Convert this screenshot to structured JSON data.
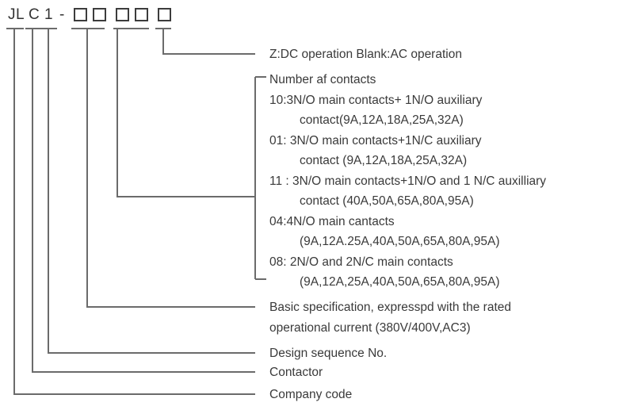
{
  "diagram": {
    "title": "JLC1 contactor model code designation",
    "line_color": "#6b6b6b",
    "text_color": "#3a3a3a",
    "box_color": "#3c3c3c"
  },
  "code": {
    "prefix_jl": "JL",
    "prefix_c": "C",
    "prefix_1": "1",
    "dash": "-",
    "box_count": 5
  },
  "callouts": {
    "dc_ac": "Z:DC operation Blank:AC operation",
    "contacts_heading": "Number af contacts",
    "contacts_entries": [
      {
        "main": "10:3N/O main contacts+ 1N/O auxiliary",
        "cont": "contact(9A,12A,18A,25A,32A)"
      },
      {
        "main": "01: 3N/O main contacts+1N/C auxiliary",
        "cont": "contact (9A,12A,18A,25A,32A)"
      },
      {
        "main": "11 : 3N/O main contacts+1N/O and 1 N/C auxilliary",
        "cont": "contact (40A,50A,65A,80A,95A)"
      },
      {
        "main": "04:4N/O main cantacts",
        "cont": "(9A,12A.25A,40A,50A,65A,80A,95A)"
      },
      {
        "main": "08: 2N/O and 2N/C main contacts",
        "cont": "(9A,12A,25A,40A,50A,65A,80A,95A)"
      }
    ],
    "basic_spec_line1": "Basic specification, expresspd with the rated",
    "basic_spec_line2": "operational current (380V/400V,AC3)",
    "design_sequence": "Design sequence No.",
    "contactor": "Contactor",
    "company_code": "Company code"
  }
}
